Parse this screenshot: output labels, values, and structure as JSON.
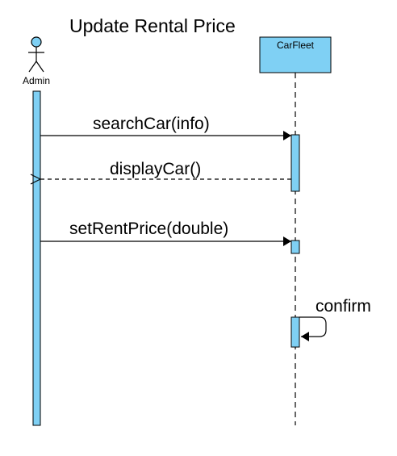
{
  "diagram": {
    "title": "Update Rental Price",
    "actor": {
      "label": "Admin"
    },
    "object": {
      "label": "CarFleet"
    },
    "messages": {
      "search": "searchCar(info)",
      "display": "displayCar()",
      "set_price": "setRentPrice(double)",
      "confirm": "confirm"
    },
    "colors": {
      "activation_fill": "#7fd0f4",
      "object_fill": "#7fd0f4",
      "line": "#000000",
      "background": "#ffffff"
    }
  }
}
